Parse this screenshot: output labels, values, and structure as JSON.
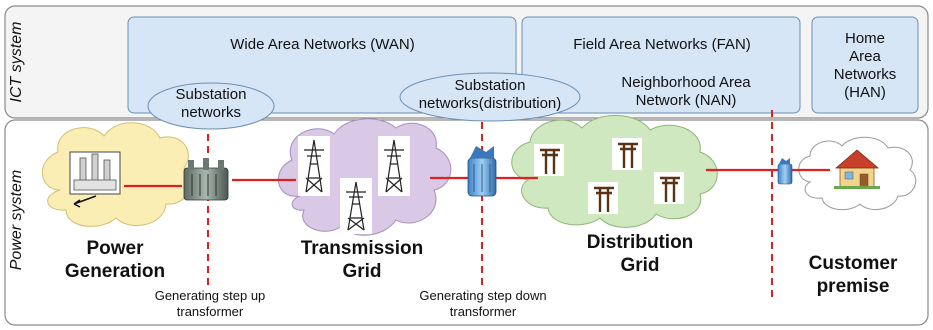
{
  "layers": {
    "ict": "ICT system",
    "power": "Power system"
  },
  "networks": {
    "wan": "Wide Area Networks (WAN)",
    "fan": "Field Area Networks (FAN)",
    "han": [
      "Home",
      "Area",
      "Networks",
      "(HAN)"
    ],
    "nan": [
      "Neighborhood Area",
      "Network (NAN)"
    ],
    "substation": [
      "Substation",
      "networks"
    ],
    "substation_dist": [
      "Substation",
      "networks(distribution)"
    ]
  },
  "stages": {
    "generation": [
      "Power",
      "Generation"
    ],
    "transmission": [
      "Transmission",
      "Grid"
    ],
    "distribution": [
      "Distribution",
      "Grid"
    ],
    "customer": [
      "Customer",
      "premise"
    ]
  },
  "transformers": {
    "step_up": [
      "Generating step up",
      "transformer"
    ],
    "step_down": [
      "Generating step down",
      "transformer"
    ]
  },
  "colors": {
    "network_fill": "#d6e6f6",
    "network_stroke": "#6a8fb5",
    "cloud_generation": "#fbeeb4",
    "cloud_transmission": "#d9c8e6",
    "cloud_distribution": "#cfe8bf",
    "cloud_customer": "#ffffff",
    "power_line": "#e02020",
    "dash_line": "#e02020",
    "frame": "#888888"
  }
}
